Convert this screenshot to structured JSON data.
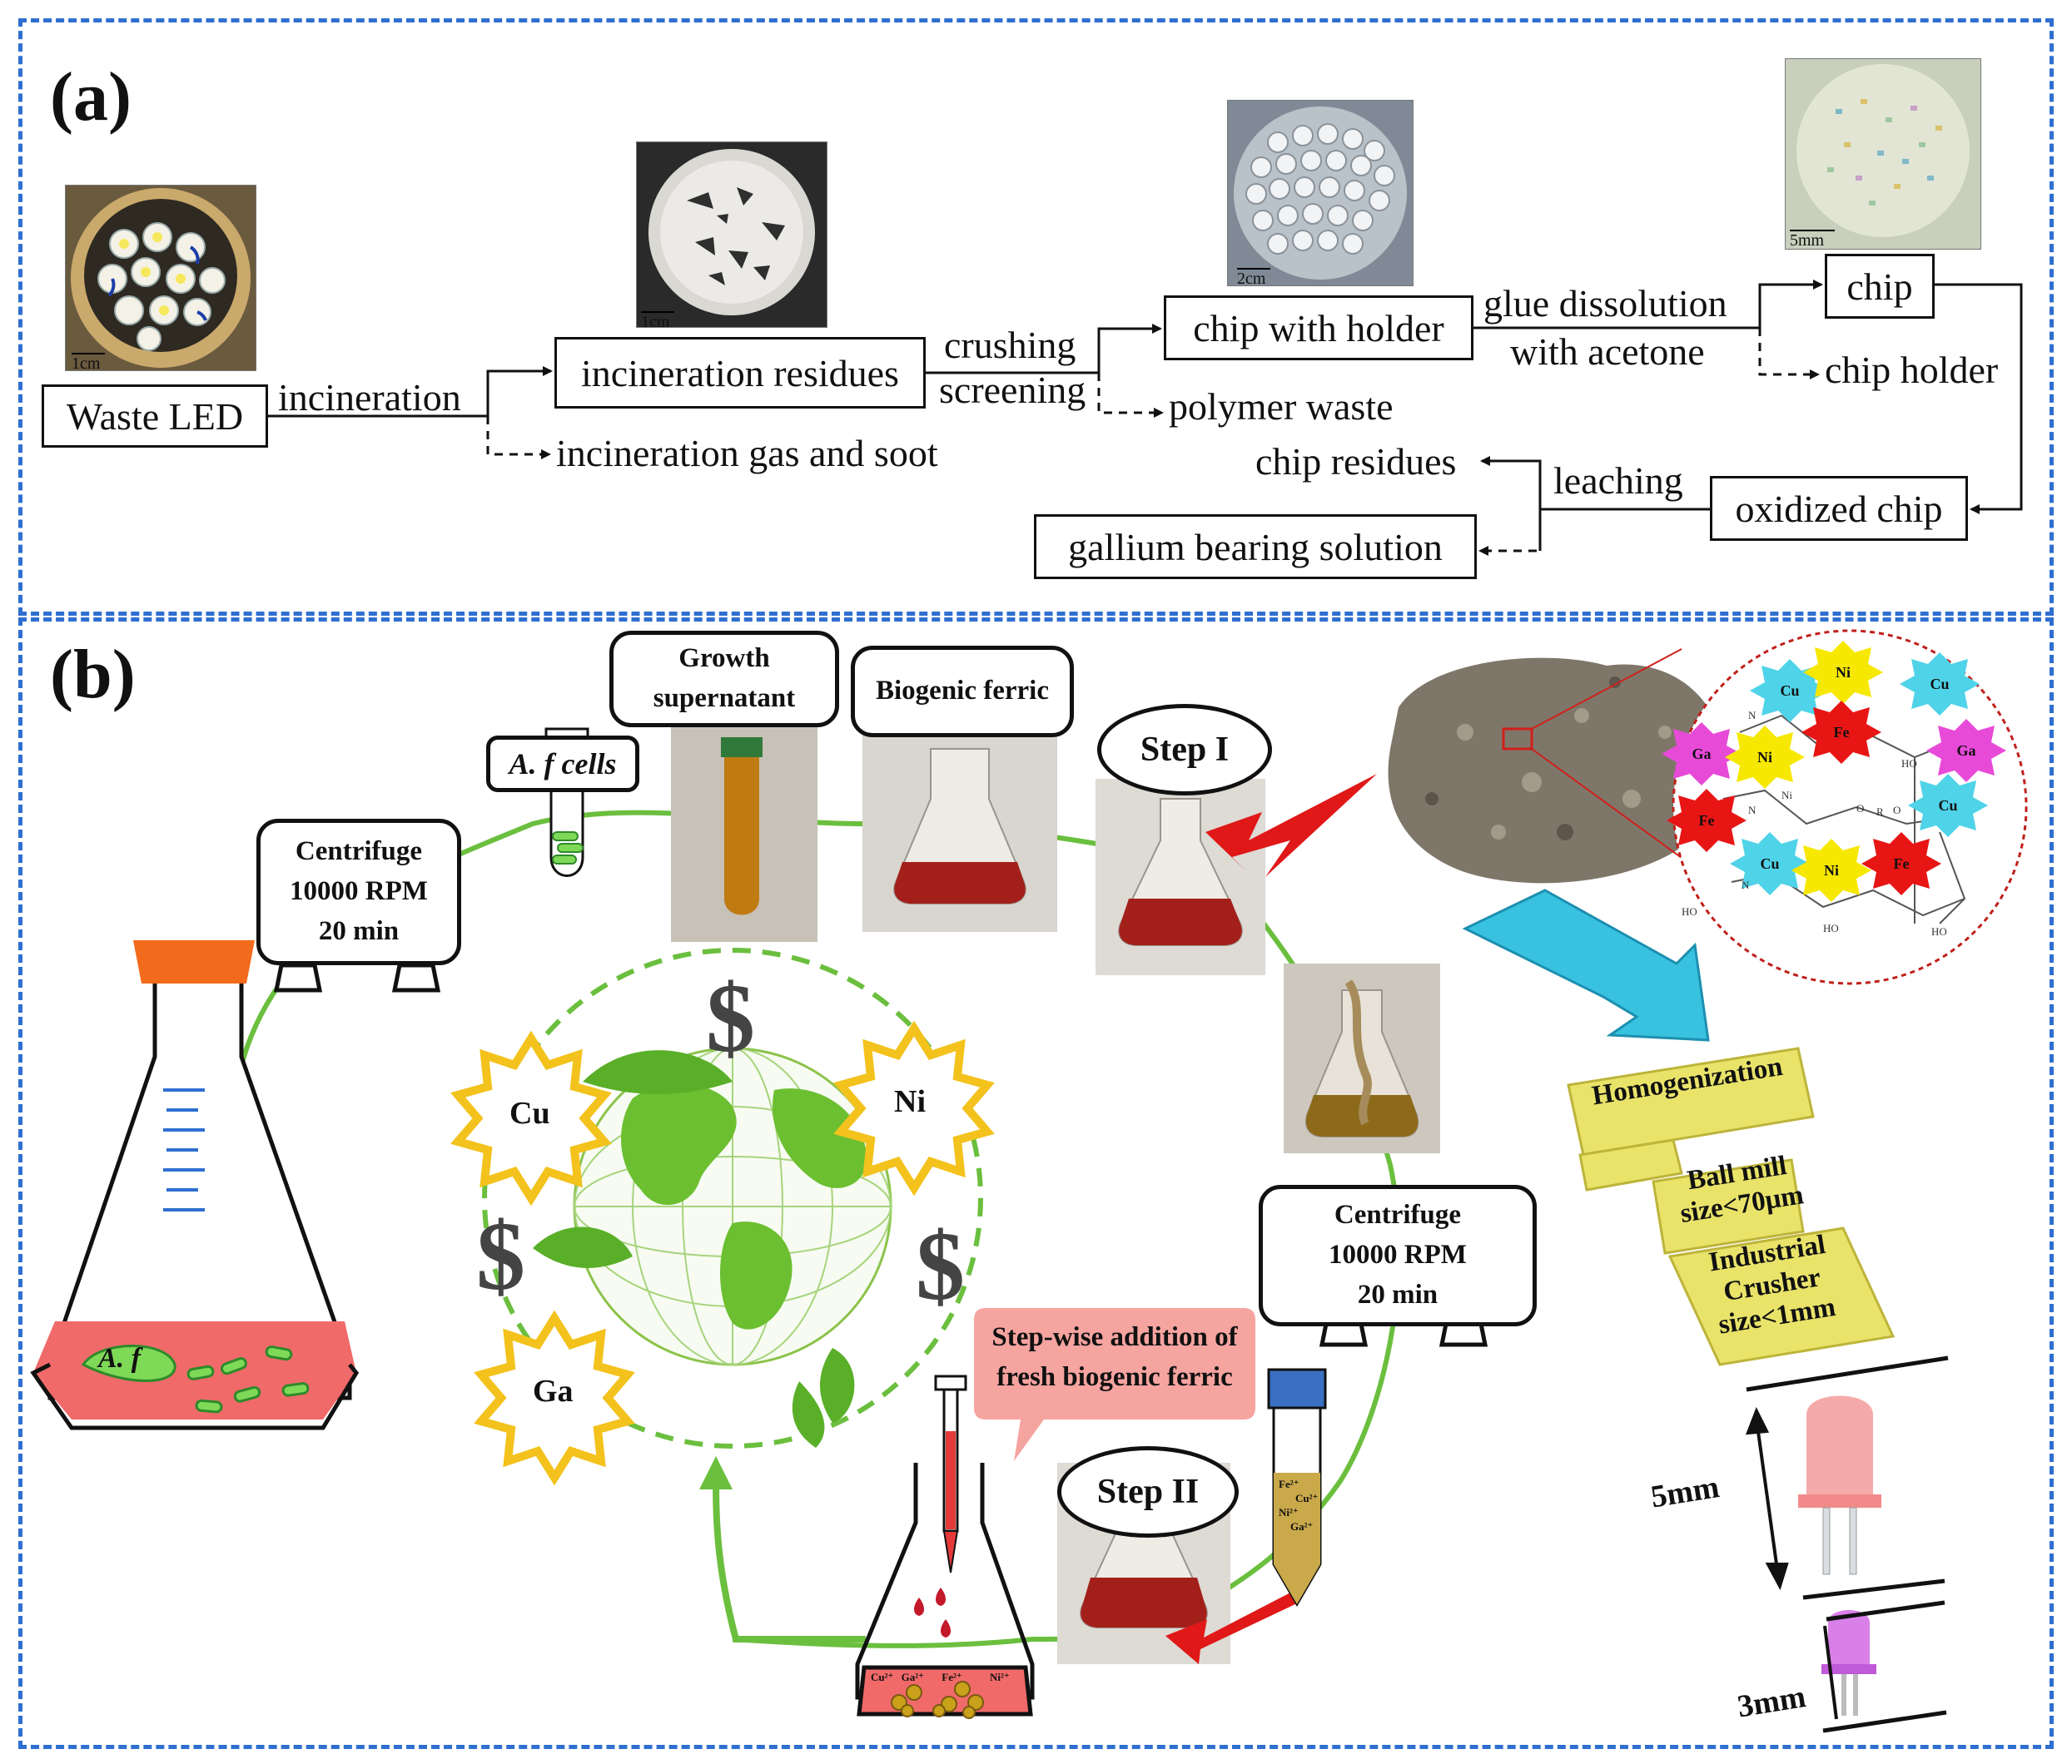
{
  "panel_a": {
    "letter": "(a)",
    "nodes": {
      "waste_led": "Waste LED",
      "incineration_residues": "incineration residues",
      "chip_with_holder": "chip with holder",
      "chip": "chip",
      "oxidized_chip": "oxidized chip",
      "gallium_solution": "gallium bearing solution"
    },
    "edges": {
      "incineration": "incineration",
      "incineration_byproduct": "incineration gas and soot",
      "crushing": "crushing",
      "screening": "screening",
      "polymer_waste": "polymer waste",
      "glue_dissolution": "glue dissolution",
      "with_acetone": "with acetone",
      "chip_holder": "chip holder",
      "leaching": "leaching",
      "chip_residues": "chip residues"
    },
    "scale_bars": {
      "led": "1cm",
      "residues": "1cm",
      "chip_holder": "2cm",
      "chip": "5mm"
    }
  },
  "panel_b": {
    "letter": "(b)",
    "labels": {
      "growth_supernatant_1": "Growth",
      "growth_supernatant_2": "supernatant",
      "biogenic_ferric": "Biogenic ferric",
      "af_cells": "A. f cells",
      "step1": "Step I",
      "step2": "Step II",
      "centrifuge_title": "Centrifuge",
      "centrifuge_speed": "10000 RPM",
      "centrifuge_time": "20 min",
      "flask_label": "A. f",
      "stepwise_1": "Step-wise addition of",
      "stepwise_2": "fresh biogenic ferric",
      "homogenization": "Homogenization",
      "ball_mill_1": "Ball mill",
      "ball_mill_2": "size<70μm",
      "crusher_1": "Industrial",
      "crusher_2": "Crusher",
      "crusher_3": "size<1mm",
      "dim_5mm": "5mm",
      "dim_3mm": "3mm",
      "tube_ions_1": "Fe²⁺",
      "tube_ions_2": "Cu²⁺",
      "tube_ions_3": "Ni²⁺",
      "tube_ions_4": "Ga²⁺",
      "flask_ions_1": "Cu²⁺",
      "flask_ions_2": "Ga²⁺",
      "flask_ions_3": "Fe²⁺",
      "flask_ions_4": "Ni²⁺"
    },
    "metals": [
      "Cu",
      "Ni",
      "Ga"
    ],
    "dollar": "$",
    "zoom_ions": [
      "Cu",
      "Ni",
      "Cu",
      "Fe",
      "Ga",
      "Ni",
      "Ga",
      "Fe",
      "Cu",
      "Cu",
      "Ni",
      "Fe"
    ],
    "zoom_small_labels": [
      "Ni",
      "N",
      "N",
      "N",
      "O",
      "R",
      "O",
      "HO",
      "HO",
      "HO",
      "HO"
    ]
  },
  "colors": {
    "panel_border": "#2f6fd0",
    "cycle_green": "#6bbf3e",
    "ferric_red": "#a3201a",
    "supernatant_orange": "#c07a12",
    "cyan_arrow": "#38c2e0",
    "bar_yellow": "#e9e36a",
    "starburst_yellow": "#f3c21c",
    "flask_pink": "#f06a6a",
    "flask_cap": "#f26a1b"
  }
}
